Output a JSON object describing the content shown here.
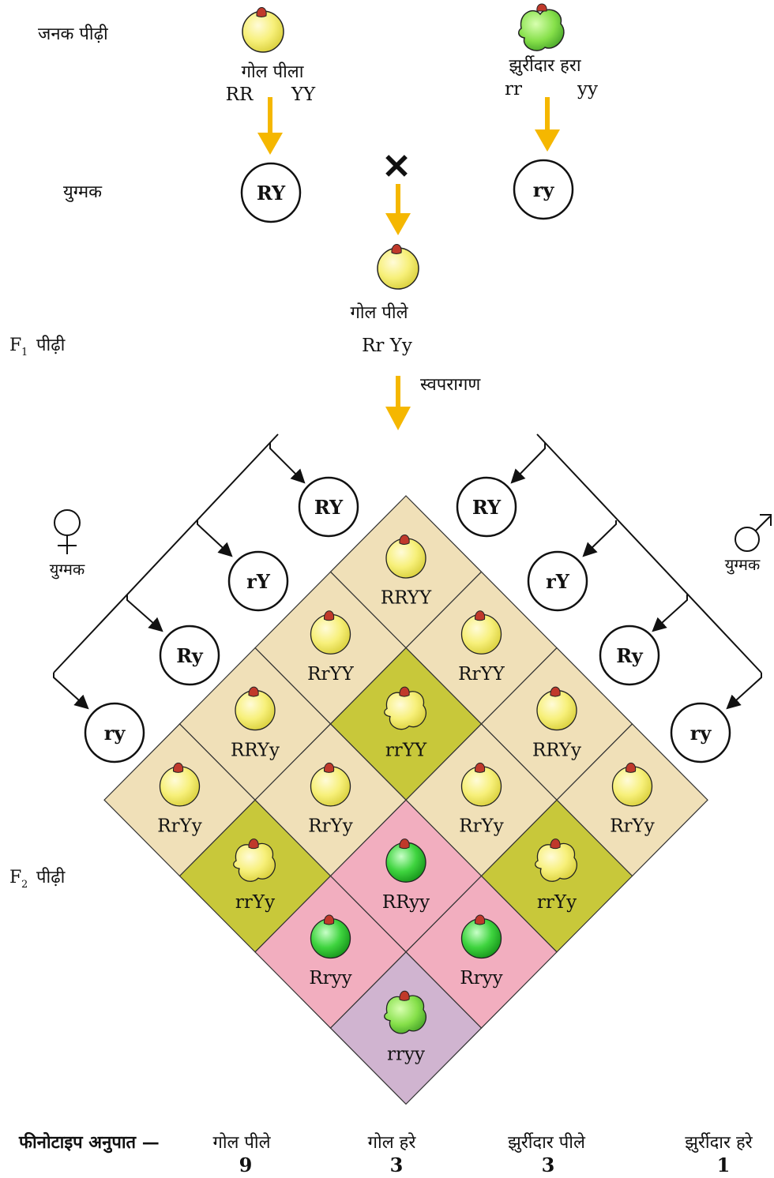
{
  "labels": {
    "parent_generation": "जनक पीढ़ी",
    "gametes": "युग्मक",
    "f1_generation": "F",
    "f1_sub": "1",
    "f1_suffix": "पीढ़ी",
    "f2_generation": "F",
    "f2_sub": "2",
    "f2_suffix": "पीढ़ी",
    "self_pollination": "स्वपरागण",
    "female_gametes": "युग्मक",
    "male_gametes": "युग्मक",
    "cross": "✕"
  },
  "parents": {
    "left": {
      "name": "गोल पीला",
      "allele1": "RR",
      "allele2": "YY",
      "gamete": "RY"
    },
    "right": {
      "name": "झुर्रीदार हरा",
      "allele1": "rr",
      "allele2": "yy",
      "gamete": "ry"
    }
  },
  "f1": {
    "name": "गोल पीले",
    "genotype": "Rr Yy"
  },
  "female_gamete_list": [
    "RY",
    "rY",
    "Ry",
    "ry"
  ],
  "male_gamete_list": [
    "RY",
    "rY",
    "Ry",
    "ry"
  ],
  "colors": {
    "round_yellow_cell": "#f0e0b8",
    "wrinkled_yellow_cell": "#c8c83a",
    "round_green_cell": "#f2aebf",
    "wrinkled_green_cell": "#d0b4d0",
    "arrow": "#f5b700",
    "seed_yellow": "#f7f07a",
    "seed_green": "#3fd43f"
  },
  "punnett": [
    [
      "RRYY",
      "RrYY",
      "RRYy",
      "RrYy"
    ],
    [
      "RrYY",
      "rrYY",
      "RrYy",
      "rrYy"
    ],
    [
      "RRYy",
      "RrYy",
      "RRyy",
      "Rryy"
    ],
    [
      "RrYy",
      "rrYy",
      "Rryy",
      "rryy"
    ]
  ],
  "phenotype_ratio": {
    "title": "फीनोटाइप अनुपात —",
    "items": [
      {
        "name": "गोल पीले",
        "value": "9"
      },
      {
        "name": "गोल हरे",
        "value": "3"
      },
      {
        "name": "झुर्रीदार पीले",
        "value": "3"
      },
      {
        "name": "झुर्रीदार हरे",
        "value": "1"
      }
    ]
  }
}
